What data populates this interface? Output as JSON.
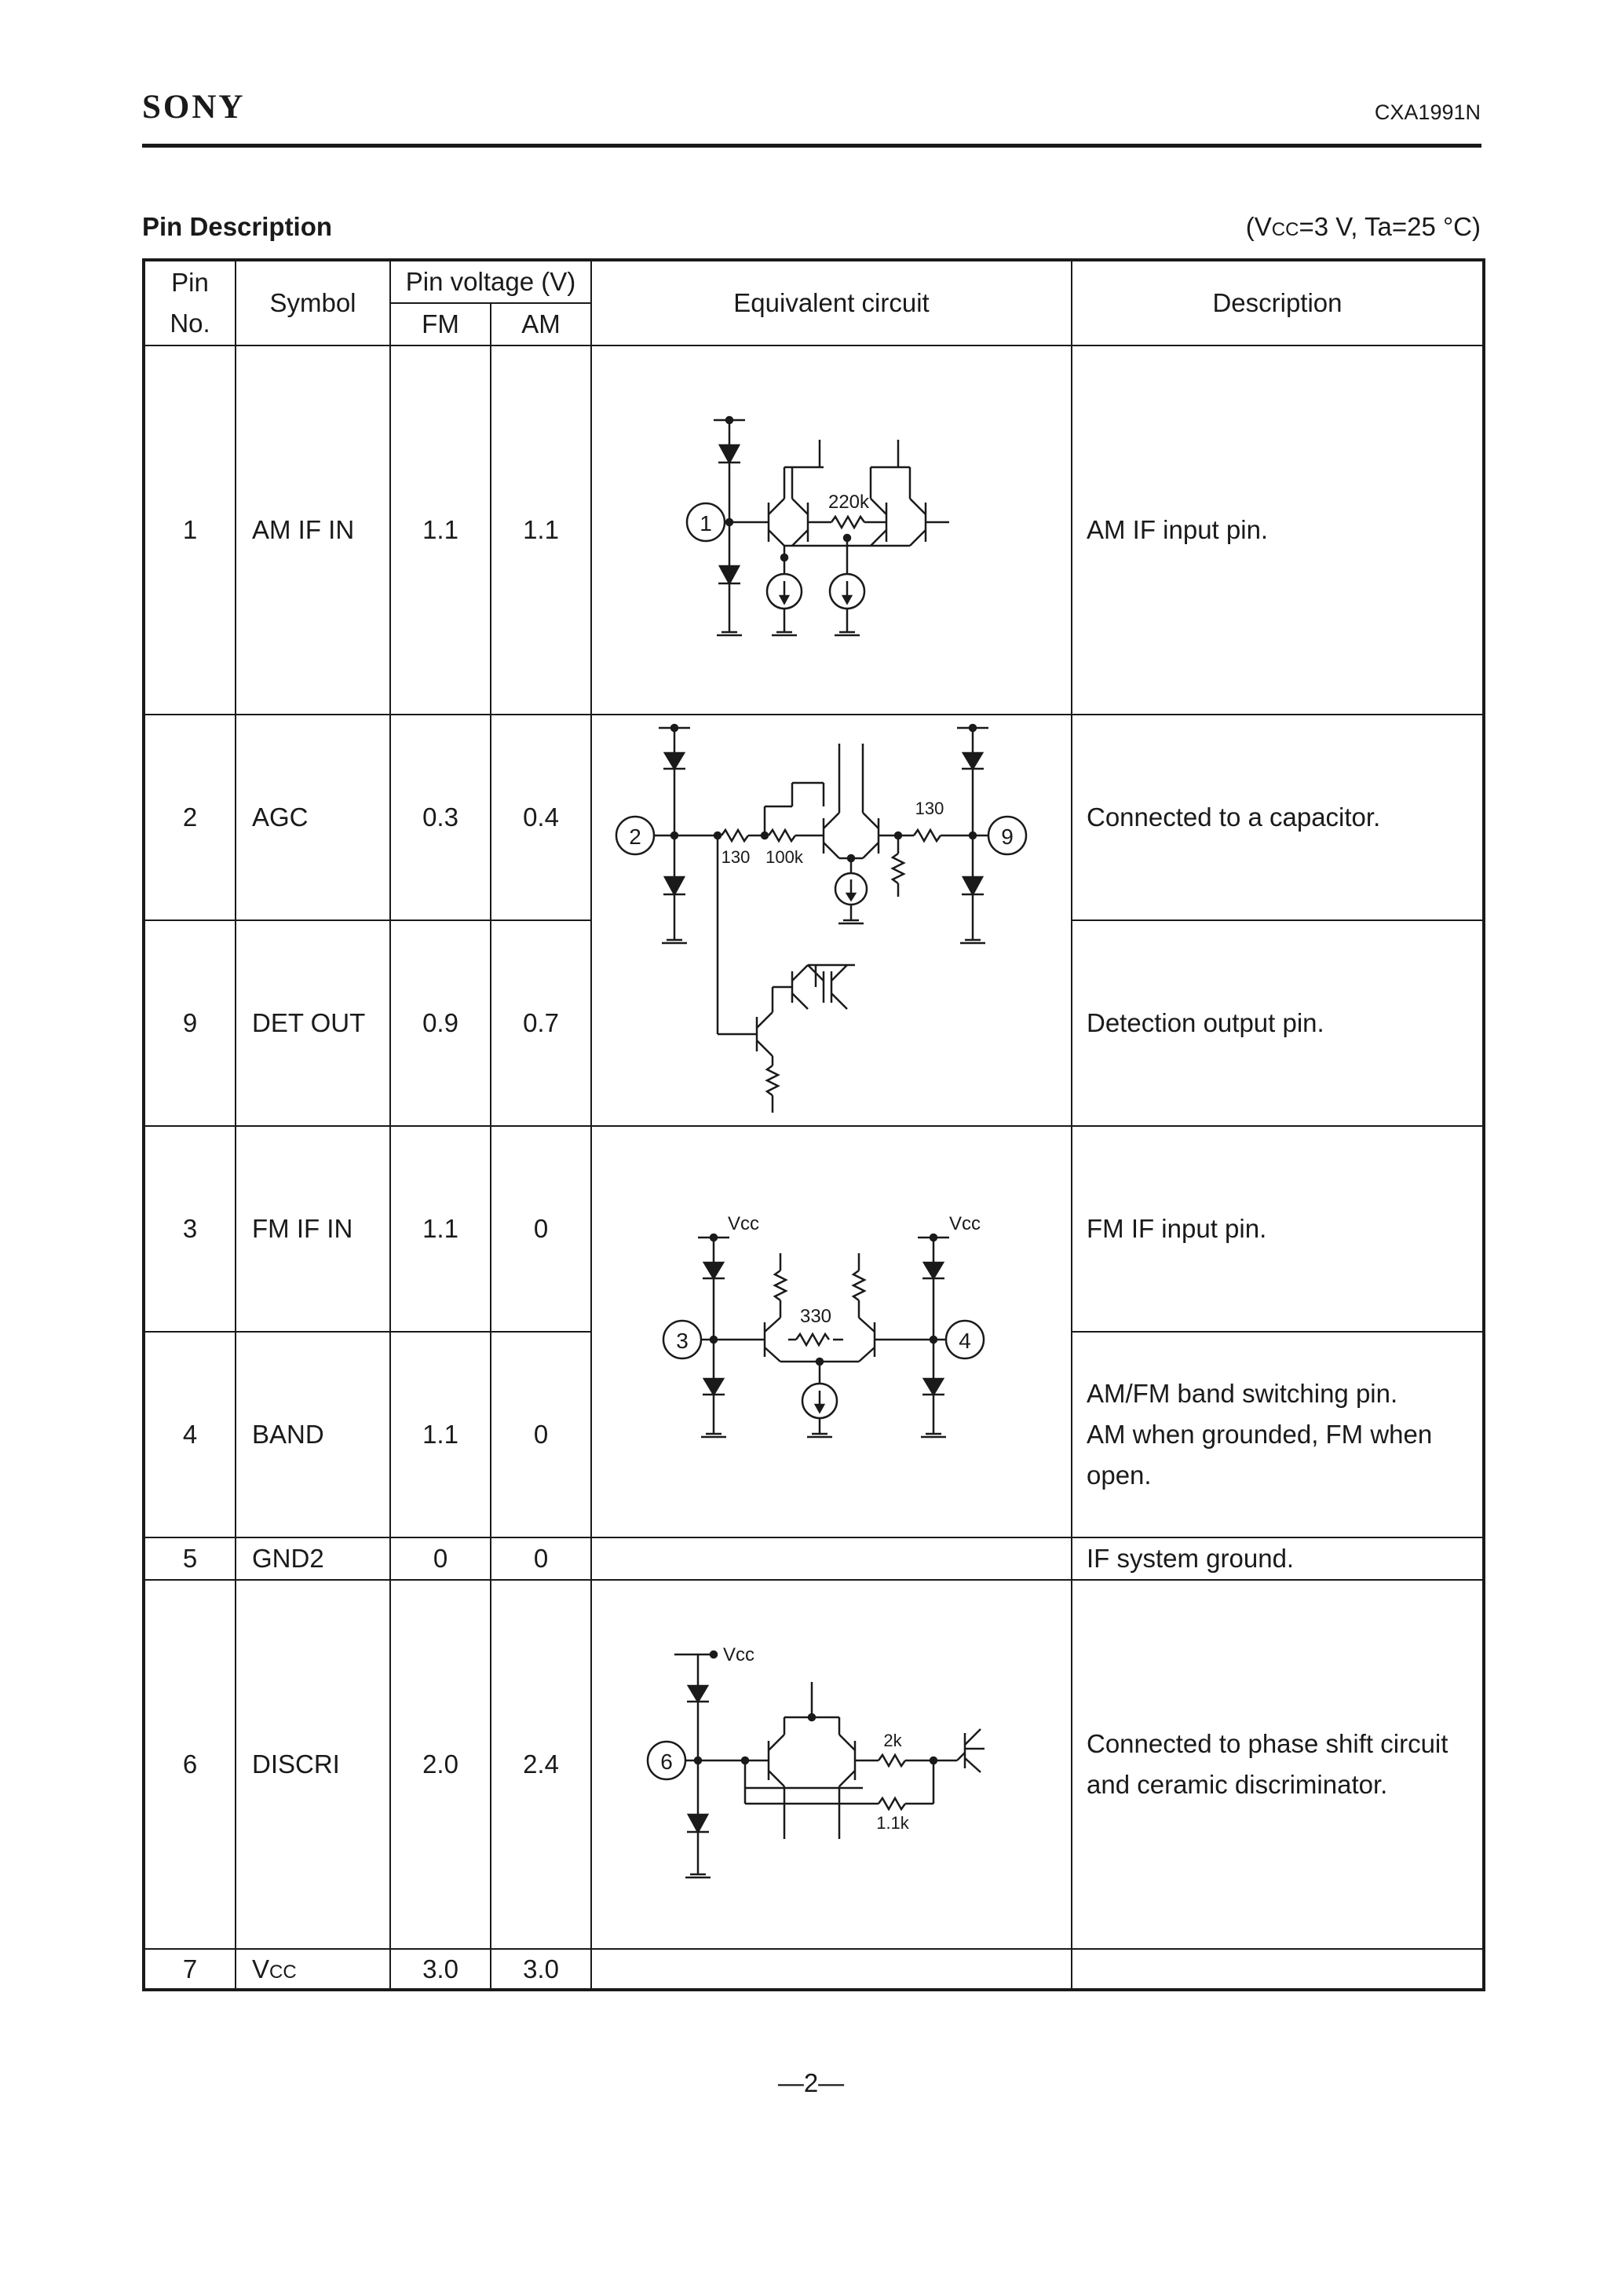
{
  "header": {
    "brand": "SONY",
    "part_number": "CXA1991N"
  },
  "section": {
    "title": "Pin Description",
    "conditions_pre": "(V",
    "conditions_sub": "CC",
    "conditions_post": "=3 V, Ta=25 °C)"
  },
  "table": {
    "headers": {
      "pin_no_line1": "Pin",
      "pin_no_line2": "No.",
      "symbol": "Symbol",
      "pin_voltage": "Pin voltage (V)",
      "fm": "FM",
      "am": "AM",
      "equivalent_circuit": "Equivalent circuit",
      "description": "Description"
    },
    "rows": [
      {
        "pin": "1",
        "symbol": "AM IF IN",
        "fm": "1.1",
        "am": "1.1",
        "description": "AM IF input pin."
      },
      {
        "pin": "2",
        "symbol": "AGC",
        "fm": "0.3",
        "am": "0.4",
        "description": "Connected to a capacitor."
      },
      {
        "pin": "9",
        "symbol": "DET OUT",
        "fm": "0.9",
        "am": "0.7",
        "description": "Detection output pin."
      },
      {
        "pin": "3",
        "symbol": "FM IF IN",
        "fm": "1.1",
        "am": "0",
        "description": "FM IF input pin."
      },
      {
        "pin": "4",
        "symbol": "BAND",
        "fm": "1.1",
        "am": "0",
        "description_lines": [
          "AM/FM band switching pin.",
          "AM when grounded, FM when",
          "open."
        ]
      },
      {
        "pin": "5",
        "symbol": "GND2",
        "fm": "0",
        "am": "0",
        "description": "IF system ground."
      },
      {
        "pin": "6",
        "symbol": "DISCRI",
        "fm": "2.0",
        "am": "2.4",
        "description_lines": [
          "Connected to phase shift circuit",
          "and ceramic discriminator."
        ]
      },
      {
        "pin": "7",
        "symbol_main": "V",
        "symbol_sub": "CC",
        "fm": "3.0",
        "am": "3.0",
        "description": ""
      }
    ]
  },
  "circuits": {
    "c1": {
      "pin_label": "1",
      "r1": "220k"
    },
    "c2": {
      "pin_a": "2",
      "pin_b": "9",
      "r1": "130",
      "r2": "100k",
      "r3": "130"
    },
    "c3": {
      "pin_a": "3",
      "pin_b": "4",
      "vcc_a": "Vcc",
      "vcc_b": "Vcc",
      "r1": "330"
    },
    "c6": {
      "pin_label": "6",
      "vcc": "Vcc",
      "r1": "2k",
      "r2": "1.1k"
    }
  },
  "footer": {
    "page": "—2—"
  }
}
